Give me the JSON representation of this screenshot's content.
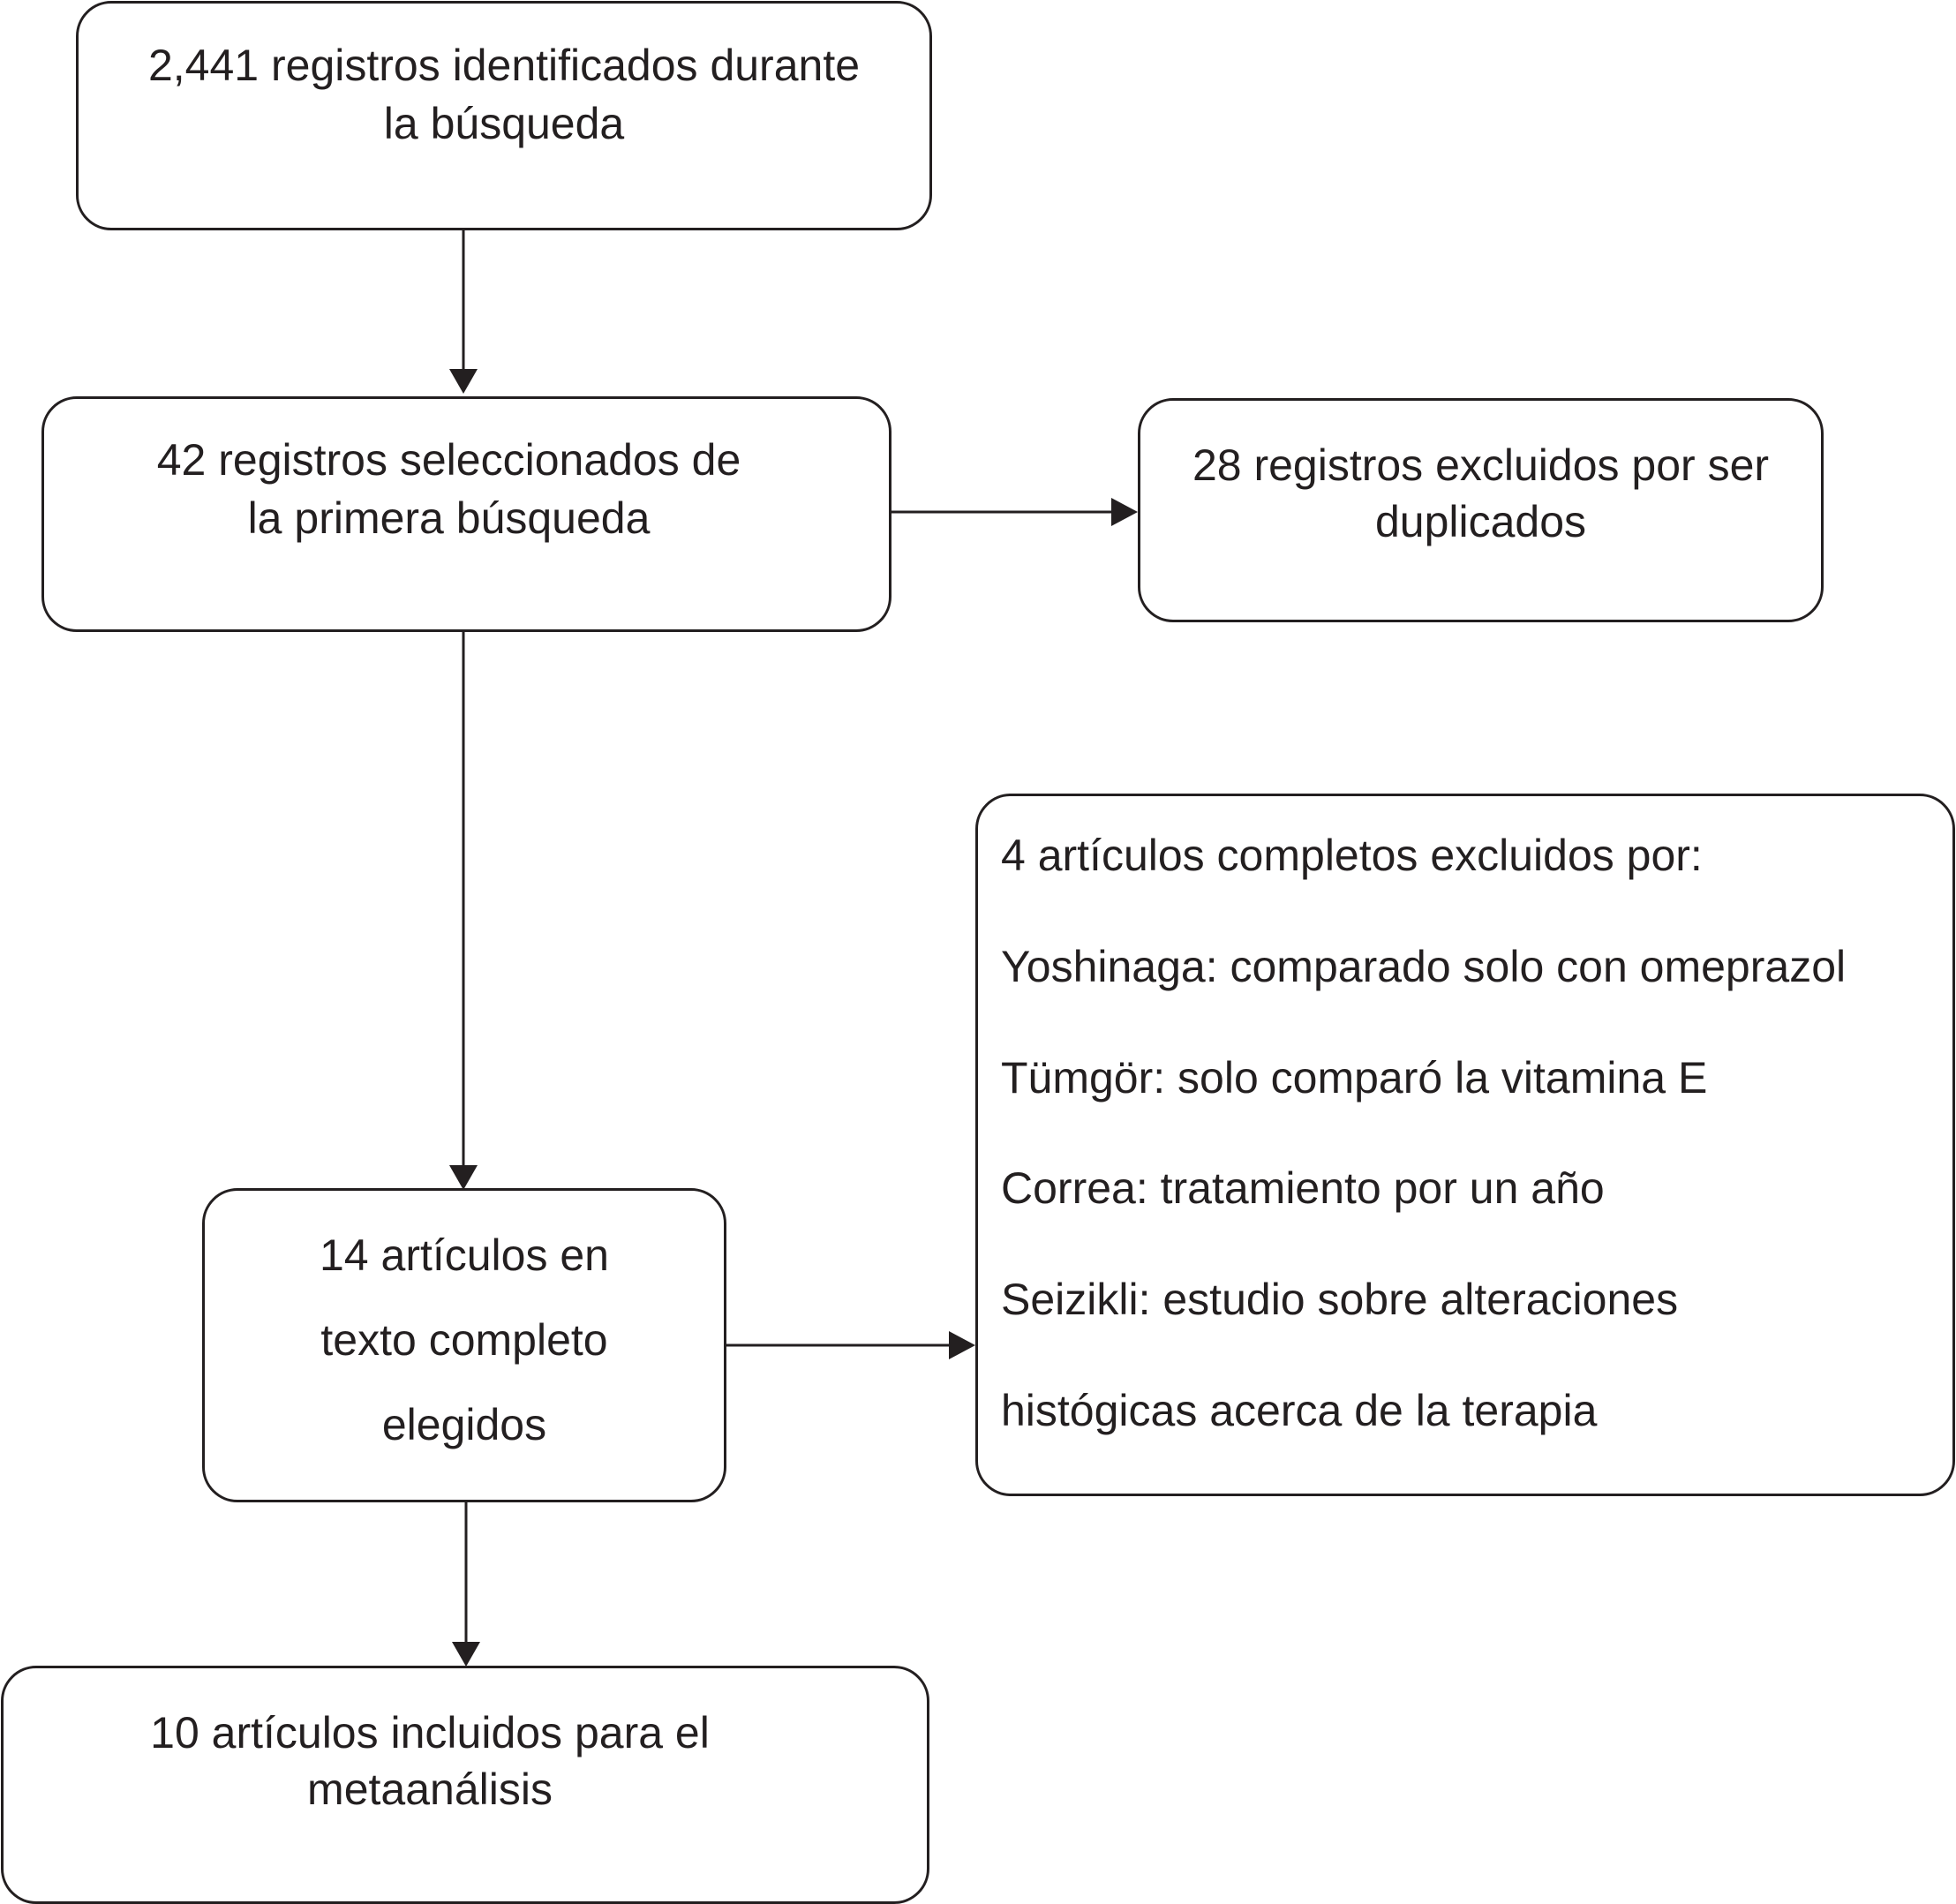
{
  "diagram": {
    "boxes": {
      "identified": {
        "lines": [
          "2,441 registros identificados durante",
          "la búsqueda"
        ]
      },
      "screened": {
        "lines": [
          "42 registros seleccionados de",
          "la primera búsqueda"
        ]
      },
      "duplicates": {
        "lines": [
          "28 registros excluidos por ser",
          "duplicados"
        ]
      },
      "fulltext": {
        "lines": [
          "14 artículos en",
          "texto completo",
          "elegidos"
        ]
      },
      "excluded_fulltext": {
        "lines": [
          "4 artículos completos excluidos por:",
          "Yoshinaga: comparado solo con omeprazol",
          "Tümgör: solo comparó la vitamina E",
          "Correa: tratamiento por un año",
          "Seizikli: estudio sobre alteraciones",
          "histógicas acerca de la terapia"
        ]
      },
      "included": {
        "lines": [
          "10 artículos incluidos para el",
          "metaanálisis"
        ]
      }
    },
    "connectors": [
      {
        "from": "identified",
        "to": "screened"
      },
      {
        "from": "screened",
        "to": "duplicates"
      },
      {
        "from": "screened",
        "to": "fulltext"
      },
      {
        "from": "fulltext",
        "to": "excluded_fulltext"
      },
      {
        "from": "fulltext",
        "to": "included"
      }
    ]
  }
}
